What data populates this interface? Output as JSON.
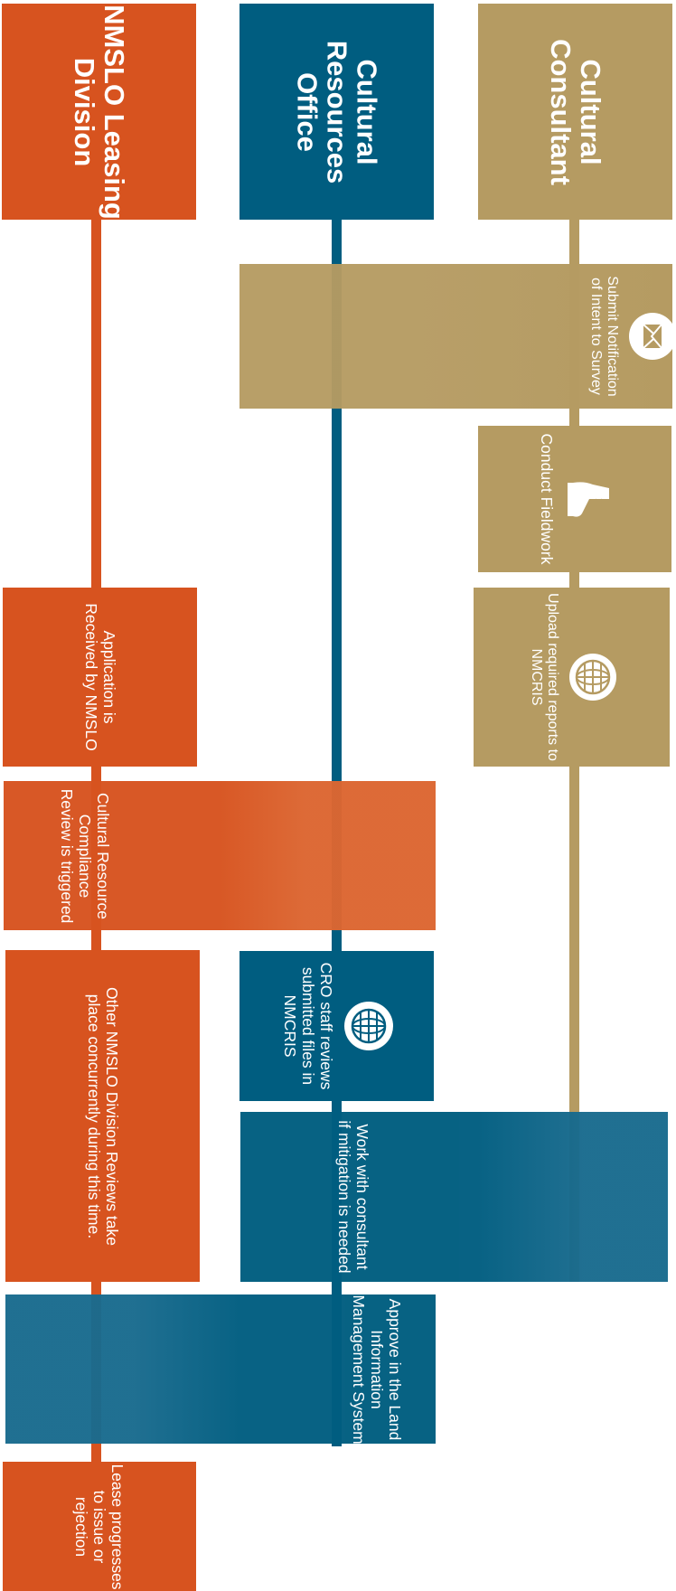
{
  "colors": {
    "consultant": "#b59b62",
    "cro": "#005d80",
    "nmslo": "#d7531f",
    "background": "#ffffff"
  },
  "lanes": {
    "consultant": {
      "label": "Cultural Consultant"
    },
    "cro": {
      "label": "Cultural Resources Office"
    },
    "nmslo": {
      "label": "NMSLO Leasing Division"
    }
  },
  "steps": {
    "submit_notification": {
      "label": "Submit Notification of Intent to Survey",
      "icon": "envelope-icon"
    },
    "conduct_fieldwork": {
      "label": "Conduct Fieldwork",
      "icon": "boot-icon"
    },
    "upload_reports": {
      "label": "Upload required reports to NMCRIS",
      "icon": "globe-icon"
    },
    "application_received": {
      "label": "Application is Received by NMSLO"
    },
    "compliance_review": {
      "label": "Cultural Resource Compliance Review is triggered"
    },
    "cro_reviews": {
      "label": "CRO staff reviews submitted files in NMCRIS",
      "icon": "globe-icon"
    },
    "other_reviews": {
      "label": "Other NMSLO Division Reviews take place concurrently during this time."
    },
    "work_with_consultant": {
      "label": "Work with consultant if mitigation is needed"
    },
    "approve_lims": {
      "label": "Approve in the Land Information Management System"
    },
    "lease_progresses": {
      "label": "Lease progresses to issue or rejection"
    }
  }
}
